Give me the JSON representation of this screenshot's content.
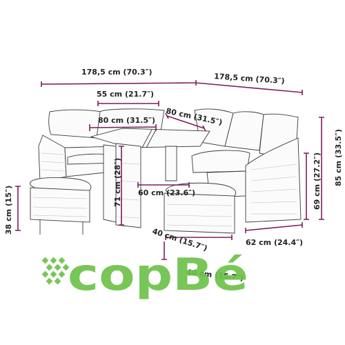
{
  "dimensions": {
    "sofa_width_left": "178,5 cm (70.3″)",
    "sofa_width_right": "178,5 cm (70.3″)",
    "cushion_width": "55 cm (21.7″)",
    "table_width": "80 cm (31.5″)",
    "table_depth": "80 cm (31.5″)",
    "table_height": "71 cm (28″)",
    "table_inner_width": "60 cm (23.6″)",
    "stool_height": "38 cm (15″)",
    "sofa_seat_height": "69 cm (27.2″)",
    "sofa_total_height": "85 cm (33.5″)",
    "sofa_depth": "62 cm (24.4″)",
    "stool_width": "40 cm (15.7″)",
    "stool_depth": "40 cm (15.7″)"
  },
  "brand": {
    "name": "copBé",
    "color": "#6ec24a"
  },
  "colors": {
    "dimension_line": "#7a1f5a",
    "sketch": "#3a3a3a"
  }
}
